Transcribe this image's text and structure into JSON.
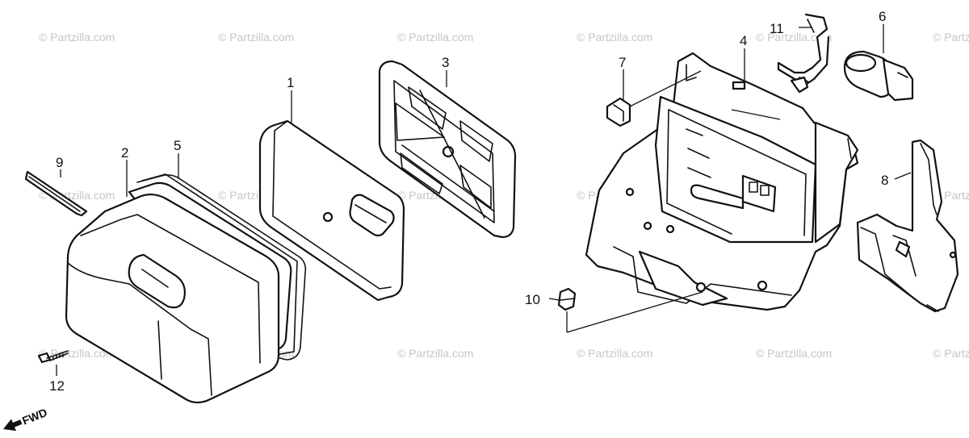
{
  "watermark_text": "© Partzilla.com",
  "callouts": {
    "p1": "1",
    "p2": "2",
    "p3": "3",
    "p4": "4",
    "p5": "5",
    "p6": "6",
    "p7": "7",
    "p8": "8",
    "p9": "9",
    "p10": "10",
    "p11": "11",
    "p12": "12"
  },
  "direction_label": "FWD",
  "line_color": "#111111",
  "watermark_color": "#c6c6c6"
}
